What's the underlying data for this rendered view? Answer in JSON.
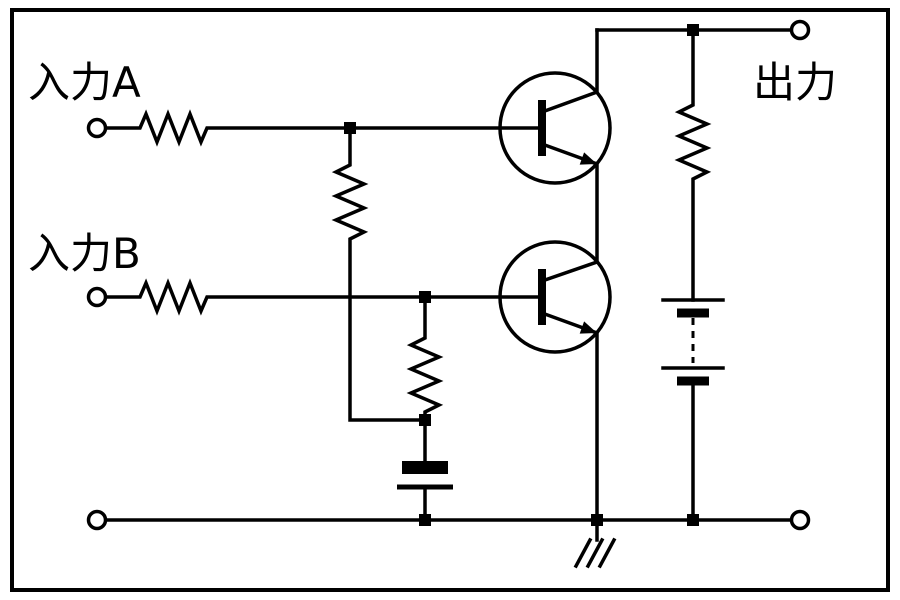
{
  "colors": {
    "line": "#000000",
    "background": "#ffffff"
  },
  "labels": {
    "input_a": "入力A",
    "input_b": "入力B",
    "output": "出力"
  },
  "components": [
    "input-a-terminal",
    "input-b-terminal",
    "common-terminal-left",
    "output-terminal-top-right",
    "common-terminal-bottom-right",
    "resistor-input-a",
    "resistor-input-b",
    "resistor-base-divider",
    "resistor-emitter-branch",
    "resistor-load",
    "transistor-q1-npn",
    "transistor-q2-npn",
    "capacitor",
    "battery-multicell",
    "ground-symbol"
  ]
}
